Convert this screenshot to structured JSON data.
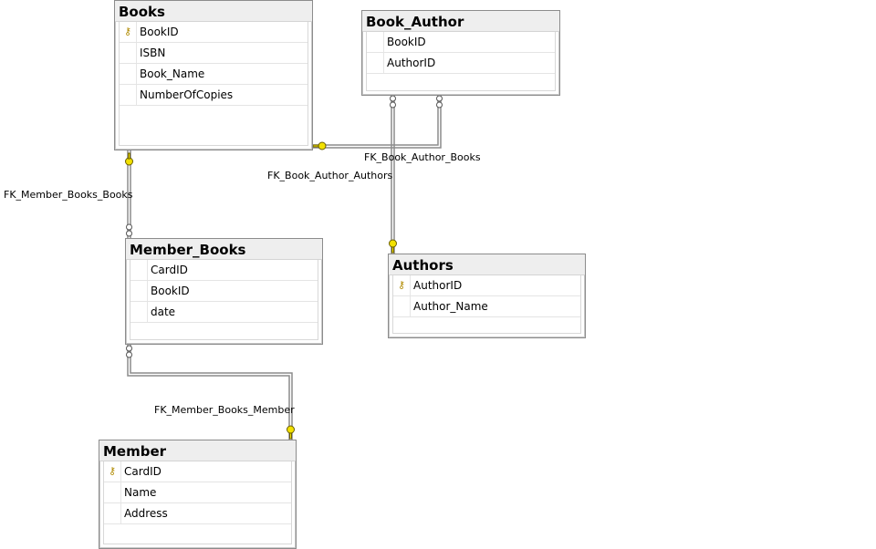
{
  "tables": {
    "books": {
      "title": "Books",
      "columns": [
        "BookID",
        "ISBN",
        "Book_Name",
        "NumberOfCopies"
      ]
    },
    "book_author": {
      "title": "Book_Author",
      "columns": [
        "BookID",
        "AuthorID"
      ]
    },
    "authors": {
      "title": "Authors",
      "columns": [
        "AuthorID",
        "Author_Name"
      ]
    },
    "member_books": {
      "title": "Member_Books",
      "columns": [
        "CardID",
        "BookID",
        "date"
      ]
    },
    "member": {
      "title": "Member",
      "columns": [
        "CardID",
        "Name",
        "Address"
      ]
    }
  },
  "relationships": {
    "fk_book_author_books": "FK_Book_Author_Books",
    "fk_book_author_authors": "FK_Book_Author_Authors",
    "fk_member_books_books": "FK_Member_Books_Books",
    "fk_member_books_member": "FK_Member_Books_Member"
  },
  "icons": {
    "primary_key": "key-icon",
    "one_end": "key-end-icon",
    "many_end": "infinity-end-icon"
  },
  "colors": {
    "key": "#f2e100",
    "title_bar": "#eeeeee",
    "line": "#8c8c8c"
  }
}
